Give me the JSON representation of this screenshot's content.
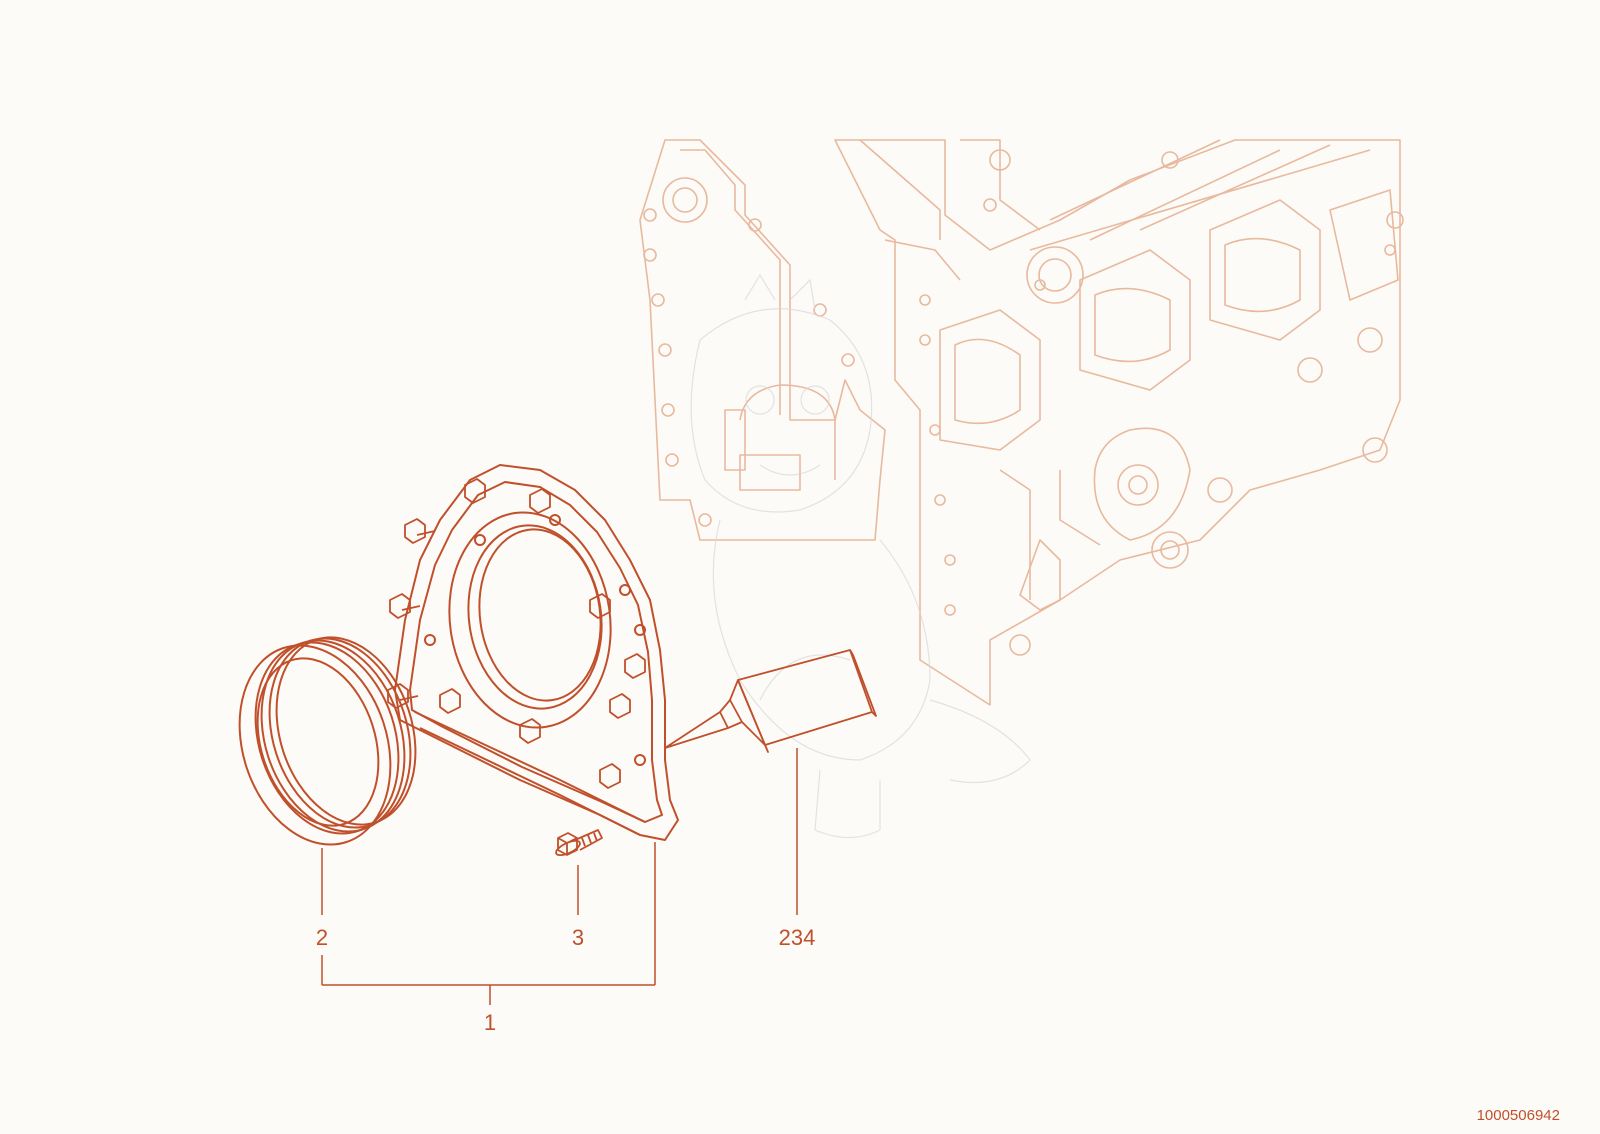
{
  "colors": {
    "background": "#fdfbf7",
    "primary": "#c0502c",
    "faded": "#e8b99e",
    "watermark": "#d8d8d8"
  },
  "callouts": {
    "part_1": "1",
    "part_2": "2",
    "part_3": "3",
    "part_234": "234"
  },
  "reference_number": "1000506942",
  "icons": {
    "engine_block": "engine-block-illustration",
    "seal_carrier": "rear-seal-carrier",
    "seal_ring": "shaft-seal-ring",
    "bolt": "hex-flange-bolt",
    "sealant_tube": "sealant-tube",
    "watermark": "dragon-watermark"
  }
}
